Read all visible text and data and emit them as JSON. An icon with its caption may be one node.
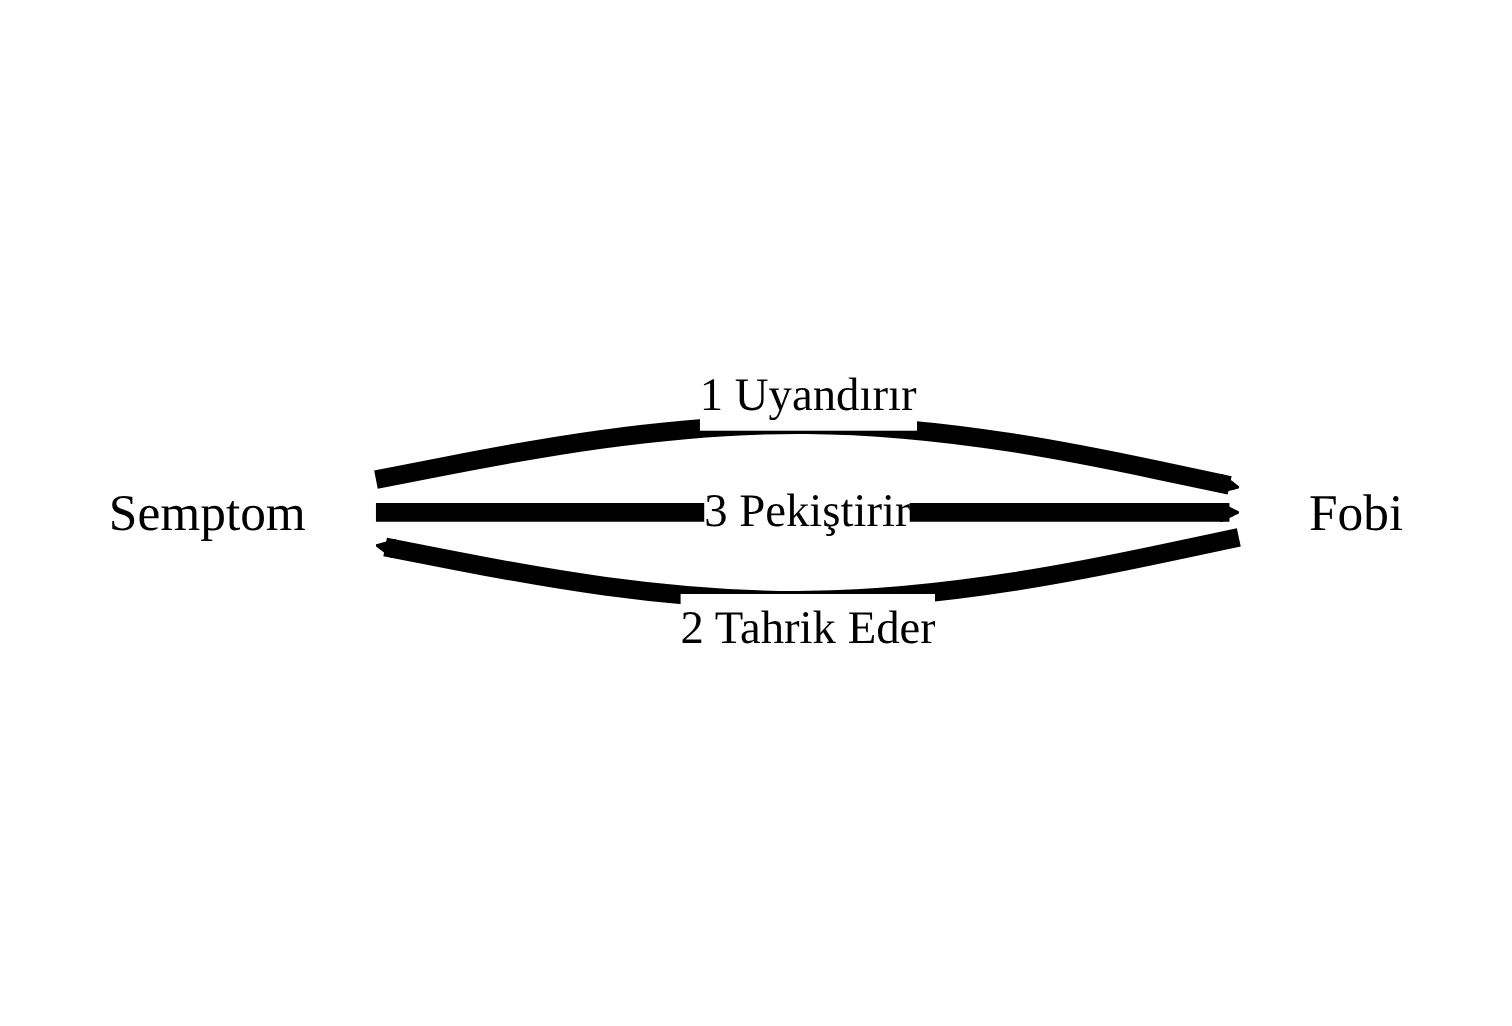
{
  "diagram": {
    "nodes": [
      {
        "text": [
          "Semptom"
        ]
      },
      {
        "text": [
          "Fobi"
        ]
      }
    ],
    "edges": [
      {
        "from": 0,
        "to": 1,
        "arrow": "to",
        "label": "1 Uyandırır"
      },
      {
        "from": 1,
        "to": 0,
        "arrow": "to",
        "label": "2 Tahrik Eder"
      },
      {
        "from": 0,
        "to": 1,
        "arrow": "to",
        "label": "3 Pekiştirir"
      }
    ]
  }
}
